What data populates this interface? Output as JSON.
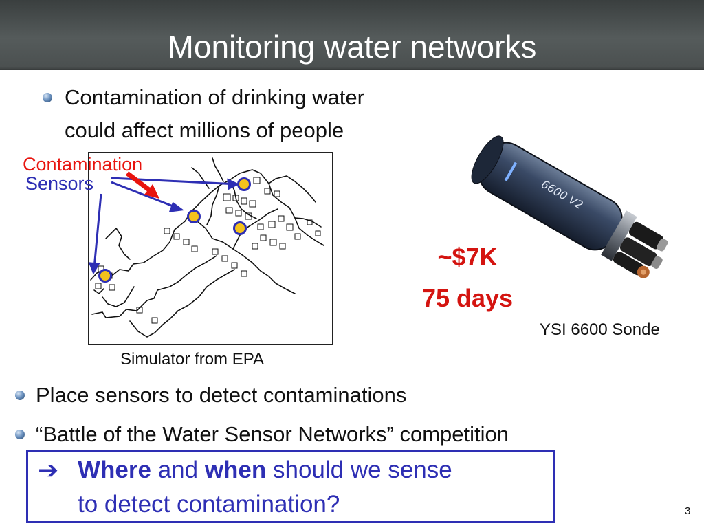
{
  "slide": {
    "title": "Monitoring water networks",
    "bullets": [
      {
        "line1": "Contamination of drinking water",
        "line2": "could affect millions of people"
      },
      {
        "text": "Place sensors to detect contaminations"
      },
      {
        "text": "“Battle of the Water Sensor Networks” competition"
      }
    ],
    "map": {
      "contamination_label": "Contamination",
      "sensors_label": "Sensors",
      "caption": "Simulator from EPA"
    },
    "device": {
      "price": "~$7K",
      "duration": "75 days",
      "caption": "YSI 6600 Sonde",
      "printed_text": "6600 V2"
    },
    "question": {
      "w1": "Where",
      "w2": " and ",
      "w3": "when",
      "w4": " should we sense",
      "line2": "to detect contamination?"
    },
    "page_number": "3"
  },
  "colors": {
    "title_bar": "#4f5454",
    "contamination_red": "#e8140e",
    "sensor_blue": "#2e2fb4",
    "price_red": "#d41410",
    "sensor_dot": "#f3c21c"
  }
}
